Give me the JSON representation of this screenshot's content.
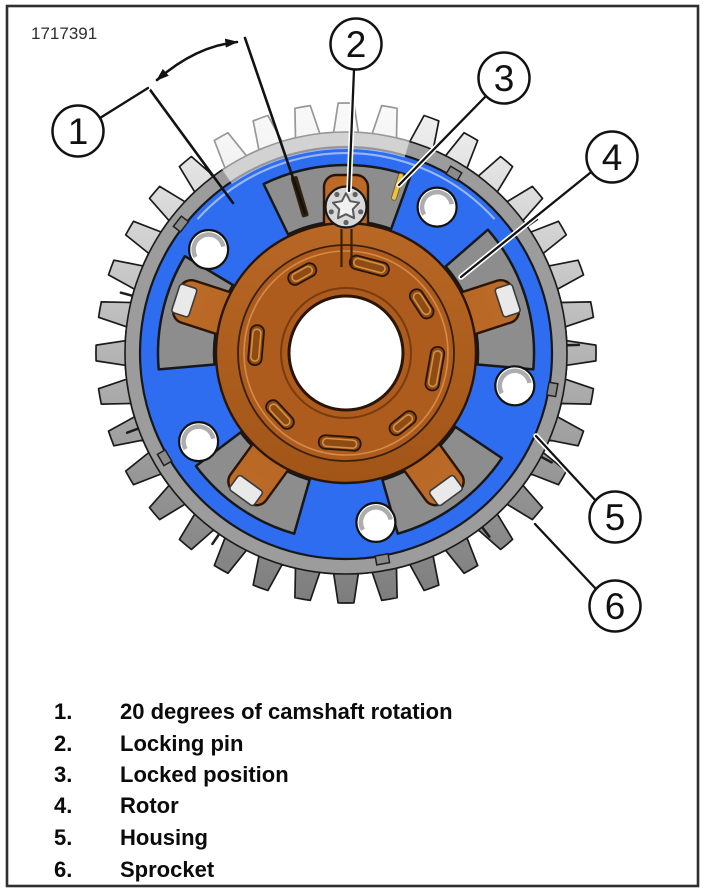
{
  "figure_label": "1717391",
  "callouts": {
    "labels": [
      "1",
      "2",
      "3",
      "4",
      "5",
      "6"
    ]
  },
  "legend": {
    "items": [
      {
        "num": "1.",
        "label": "20 degrees of camshaft rotation"
      },
      {
        "num": "2.",
        "label": "Locking pin"
      },
      {
        "num": "3.",
        "label": "Locked position"
      },
      {
        "num": "4.",
        "label": "Rotor"
      },
      {
        "num": "5.",
        "label": "Housing"
      },
      {
        "num": "6.",
        "label": "Sprocket"
      }
    ]
  },
  "colors": {
    "housing_blue": "#2e6cf0",
    "rotor_brown": "#ad5c1e",
    "rotor_brown_light": "#bd6b28",
    "rotor_brown_dark": "#9c5114",
    "slot_brown": "#8f4c12",
    "sprocket_gray": "#9c9c9c",
    "chamber_gray": "#8d8d8d",
    "locked_mark_yellow": "#e8c24a",
    "seal_white": "#e9e9e9",
    "outline_dark": "#16181b",
    "background": "#ffffff"
  }
}
